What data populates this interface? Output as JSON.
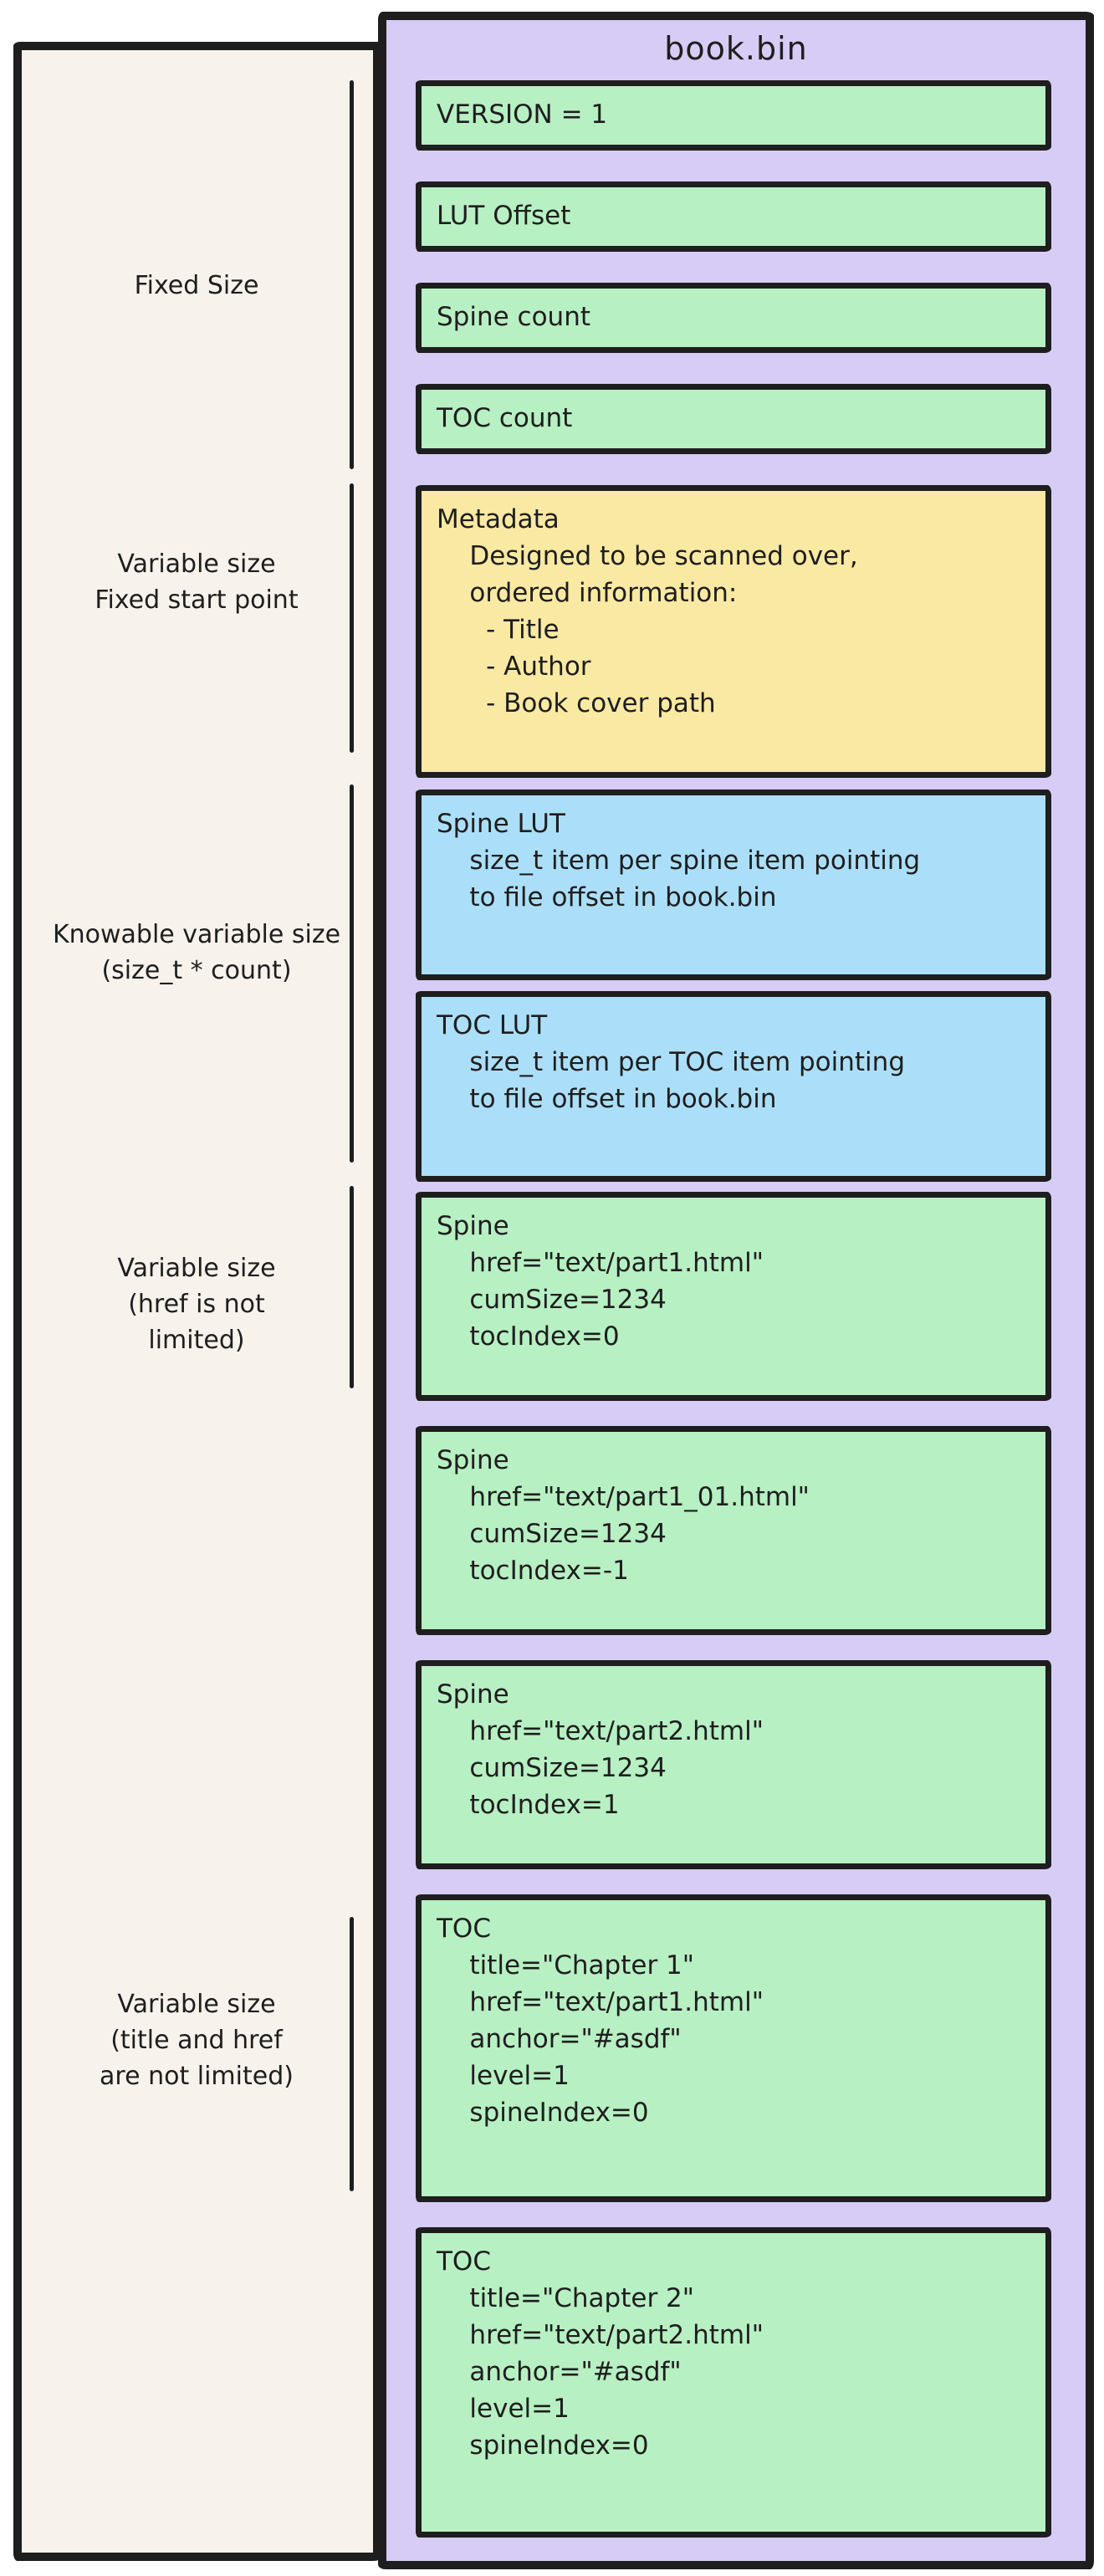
{
  "title": "book.bin",
  "colors": {
    "ink": "#1e1e1e",
    "panel_purple": "#d6ccf5",
    "panel_cream": "#f7f2eb",
    "box_green": "#b7f0c3",
    "box_yellow": "#fae9a2",
    "box_blue": "#abdff9",
    "background": "#ffffff"
  },
  "labels": [
    {
      "lines": [
        "Fixed Size"
      ]
    },
    {
      "lines": [
        "Variable size",
        "Fixed start point"
      ]
    },
    {
      "lines": [
        "Knowable variable size",
        "(size_t * count)"
      ]
    },
    {
      "lines": [
        "Variable size",
        "(href is not",
        "limited)"
      ]
    },
    {
      "lines": [
        "Variable size",
        "(title and href",
        "are not limited)"
      ]
    }
  ],
  "boxes": [
    {
      "color": "green",
      "lines": [
        "VERSION = 1"
      ]
    },
    {
      "color": "green",
      "lines": [
        "LUT Offset"
      ]
    },
    {
      "color": "green",
      "lines": [
        "Spine count"
      ]
    },
    {
      "color": "green",
      "lines": [
        "TOC count"
      ]
    },
    {
      "color": "yellow",
      "lines": [
        "Metadata",
        "    Designed to be scanned over,",
        "    ordered information:",
        "      - Title",
        "      - Author",
        "      - Book cover path"
      ]
    },
    {
      "color": "blue",
      "lines": [
        "Spine LUT",
        "    size_t item per spine item pointing",
        "    to file offset in book.bin"
      ]
    },
    {
      "color": "blue",
      "lines": [
        "TOC LUT",
        "    size_t item per TOC item pointing",
        "    to file offset in book.bin"
      ]
    },
    {
      "color": "green",
      "lines": [
        "Spine",
        "    href=\"text/part1.html\"",
        "    cumSize=1234",
        "    tocIndex=0"
      ]
    },
    {
      "color": "green",
      "lines": [
        "Spine",
        "    href=\"text/part1_01.html\"",
        "    cumSize=1234",
        "    tocIndex=-1"
      ]
    },
    {
      "color": "green",
      "lines": [
        "Spine",
        "    href=\"text/part2.html\"",
        "    cumSize=1234",
        "    tocIndex=1"
      ]
    },
    {
      "color": "green",
      "lines": [
        "TOC",
        "    title=\"Chapter 1\"",
        "    href=\"text/part1.html\"",
        "    anchor=\"#asdf\"",
        "    level=1",
        "    spineIndex=0"
      ]
    },
    {
      "color": "green",
      "lines": [
        "TOC",
        "    title=\"Chapter 2\"",
        "    href=\"text/part2.html\"",
        "    anchor=\"#asdf\"",
        "    level=1",
        "    spineIndex=0"
      ]
    }
  ]
}
